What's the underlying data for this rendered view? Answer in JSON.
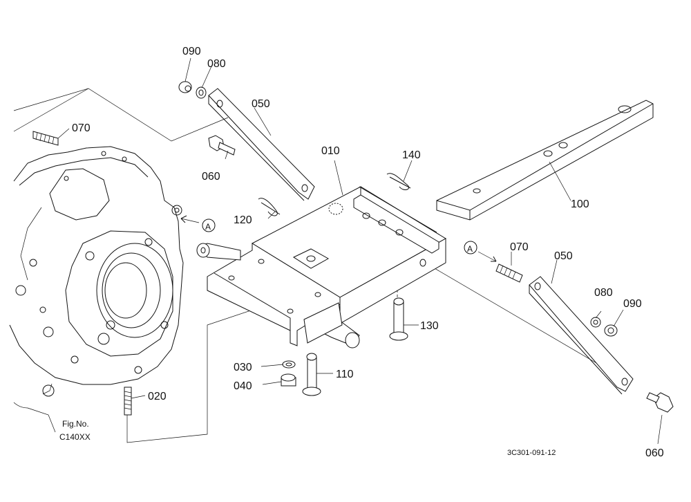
{
  "labels": {
    "p010": "010",
    "p020": "020",
    "p030": "030",
    "p040": "040",
    "p050a": "050",
    "p050b": "050",
    "p060a": "060",
    "p060b": "060",
    "p070a": "070",
    "p070b": "070",
    "p080a": "080",
    "p080b": "080",
    "p090a": "090",
    "p090b": "090",
    "p100": "100",
    "p110": "110",
    "p120": "120",
    "p130": "130",
    "p140": "140",
    "markerA1": "A",
    "markerA2": "A",
    "fig_line1": "Fig.No.",
    "fig_line2": "C140XX",
    "drawing_ref": "3C301-091-12"
  }
}
